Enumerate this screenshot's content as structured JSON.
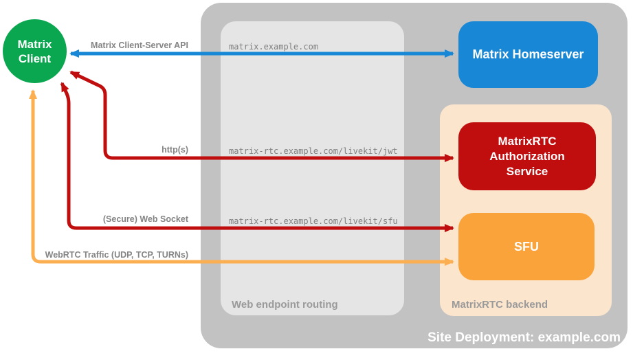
{
  "diagram_title": "Site Deployment: example.com",
  "client": {
    "label_line1": "Matrix",
    "label_line2": "Client",
    "color": "#0aa750"
  },
  "containers": {
    "site": {
      "label": "Site Deployment: example.com",
      "color": "#c2c2c2"
    },
    "routing": {
      "label": "Web endpoint routing",
      "color": "#e5e5e5"
    },
    "backend": {
      "label": "MatrixRTC backend",
      "color": "#fce5cd"
    }
  },
  "nodes": {
    "homeserver": {
      "label": "Matrix Homeserver",
      "color": "#1787d6"
    },
    "auth": {
      "label": "MatrixRTC Authorization Service",
      "color": "#c00d0d"
    },
    "sfu": {
      "label": "SFU",
      "color": "#f9a33a"
    }
  },
  "edges": {
    "client_server_api": {
      "label": "Matrix Client-Server API",
      "endpoint": "matrix.example.com",
      "color": "#1787d6",
      "from": "Matrix Client",
      "to": "Matrix Homeserver",
      "bidirectional": true
    },
    "http": {
      "label": "http(s)",
      "endpoint": "matrix-rtc.example.com/livekit/jwt",
      "color": "#c00d0d",
      "from": "Matrix Client",
      "to": "MatrixRTC Authorization Service",
      "bidirectional": true
    },
    "websocket": {
      "label": "(Secure) Web Socket",
      "endpoint": "matrix-rtc.example.com/livekit/sfu",
      "color": "#c00d0d",
      "from": "Matrix Client",
      "to": "SFU",
      "bidirectional": true
    },
    "webrtc": {
      "label": "WebRTC Traffic (UDP, TCP, TURNs)",
      "color": "#fbaf50",
      "from": "Matrix Client",
      "to": "SFU",
      "bidirectional": true
    }
  }
}
